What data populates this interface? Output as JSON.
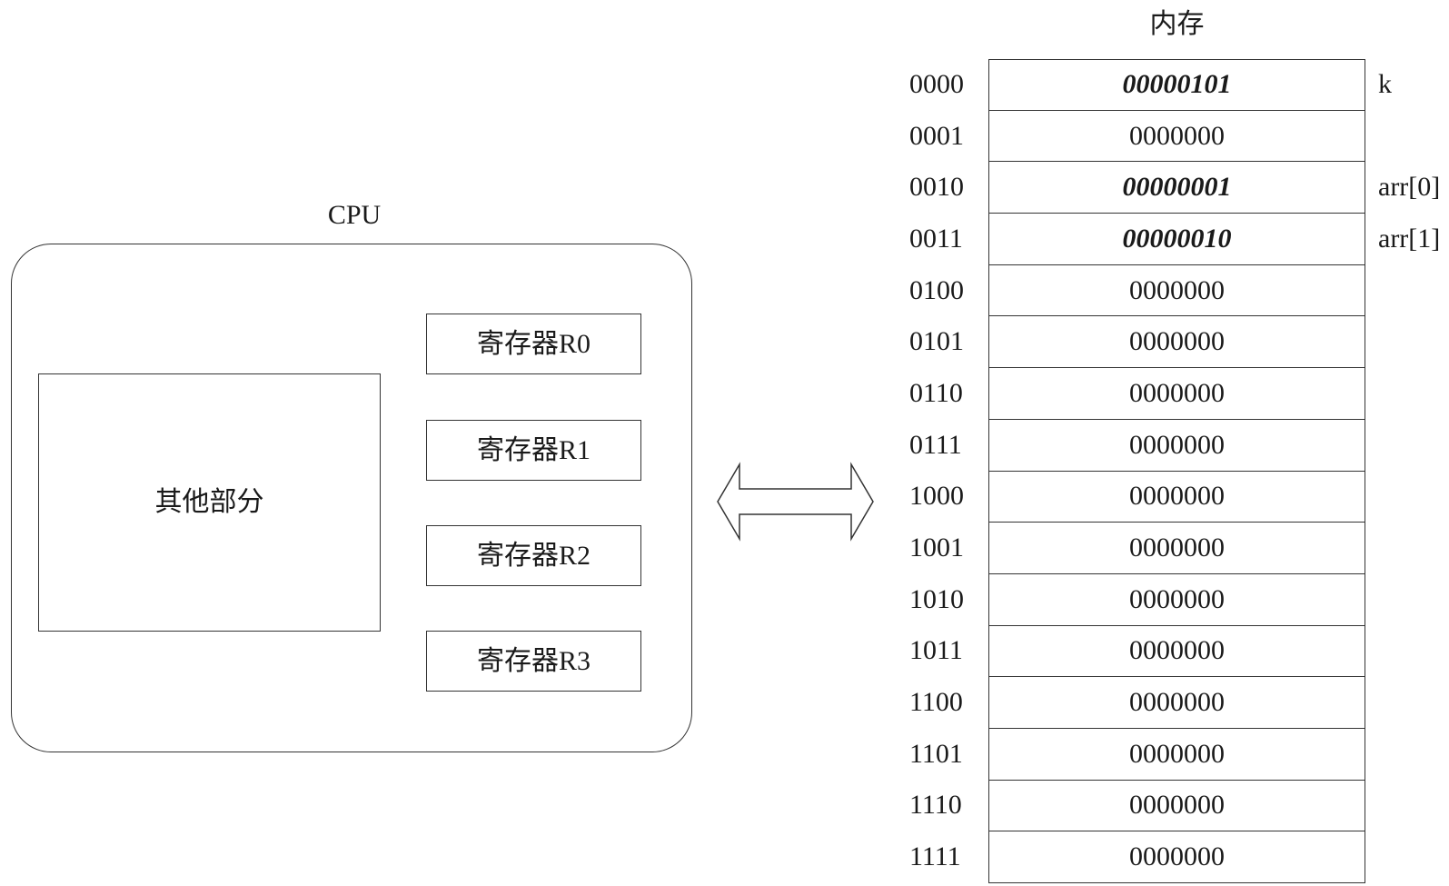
{
  "cpu": {
    "title": "CPU",
    "other_part_label": "其他部分",
    "registers": [
      {
        "label": "寄存器R0"
      },
      {
        "label": "寄存器R1"
      },
      {
        "label": "寄存器R2"
      },
      {
        "label": "寄存器R3"
      }
    ]
  },
  "connector": {
    "icon": "double-headed-arrow-icon"
  },
  "memory": {
    "title": "内存",
    "rows": [
      {
        "address": "0000",
        "value": "00000101",
        "highlight": true,
        "variable": "k"
      },
      {
        "address": "0001",
        "value": "0000000",
        "highlight": false,
        "variable": ""
      },
      {
        "address": "0010",
        "value": "00000001",
        "highlight": true,
        "variable": "arr[0]"
      },
      {
        "address": "0011",
        "value": "00000010",
        "highlight": true,
        "variable": "arr[1]"
      },
      {
        "address": "0100",
        "value": "0000000",
        "highlight": false,
        "variable": ""
      },
      {
        "address": "0101",
        "value": "0000000",
        "highlight": false,
        "variable": ""
      },
      {
        "address": "0110",
        "value": "0000000",
        "highlight": false,
        "variable": ""
      },
      {
        "address": "0111",
        "value": "0000000",
        "highlight": false,
        "variable": ""
      },
      {
        "address": "1000",
        "value": "0000000",
        "highlight": false,
        "variable": ""
      },
      {
        "address": "1001",
        "value": "0000000",
        "highlight": false,
        "variable": ""
      },
      {
        "address": "1010",
        "value": "0000000",
        "highlight": false,
        "variable": ""
      },
      {
        "address": "1011",
        "value": "0000000",
        "highlight": false,
        "variable": ""
      },
      {
        "address": "1100",
        "value": "0000000",
        "highlight": false,
        "variable": ""
      },
      {
        "address": "1101",
        "value": "0000000",
        "highlight": false,
        "variable": ""
      },
      {
        "address": "1110",
        "value": "0000000",
        "highlight": false,
        "variable": ""
      },
      {
        "address": "1111",
        "value": "0000000",
        "highlight": false,
        "variable": ""
      }
    ]
  }
}
